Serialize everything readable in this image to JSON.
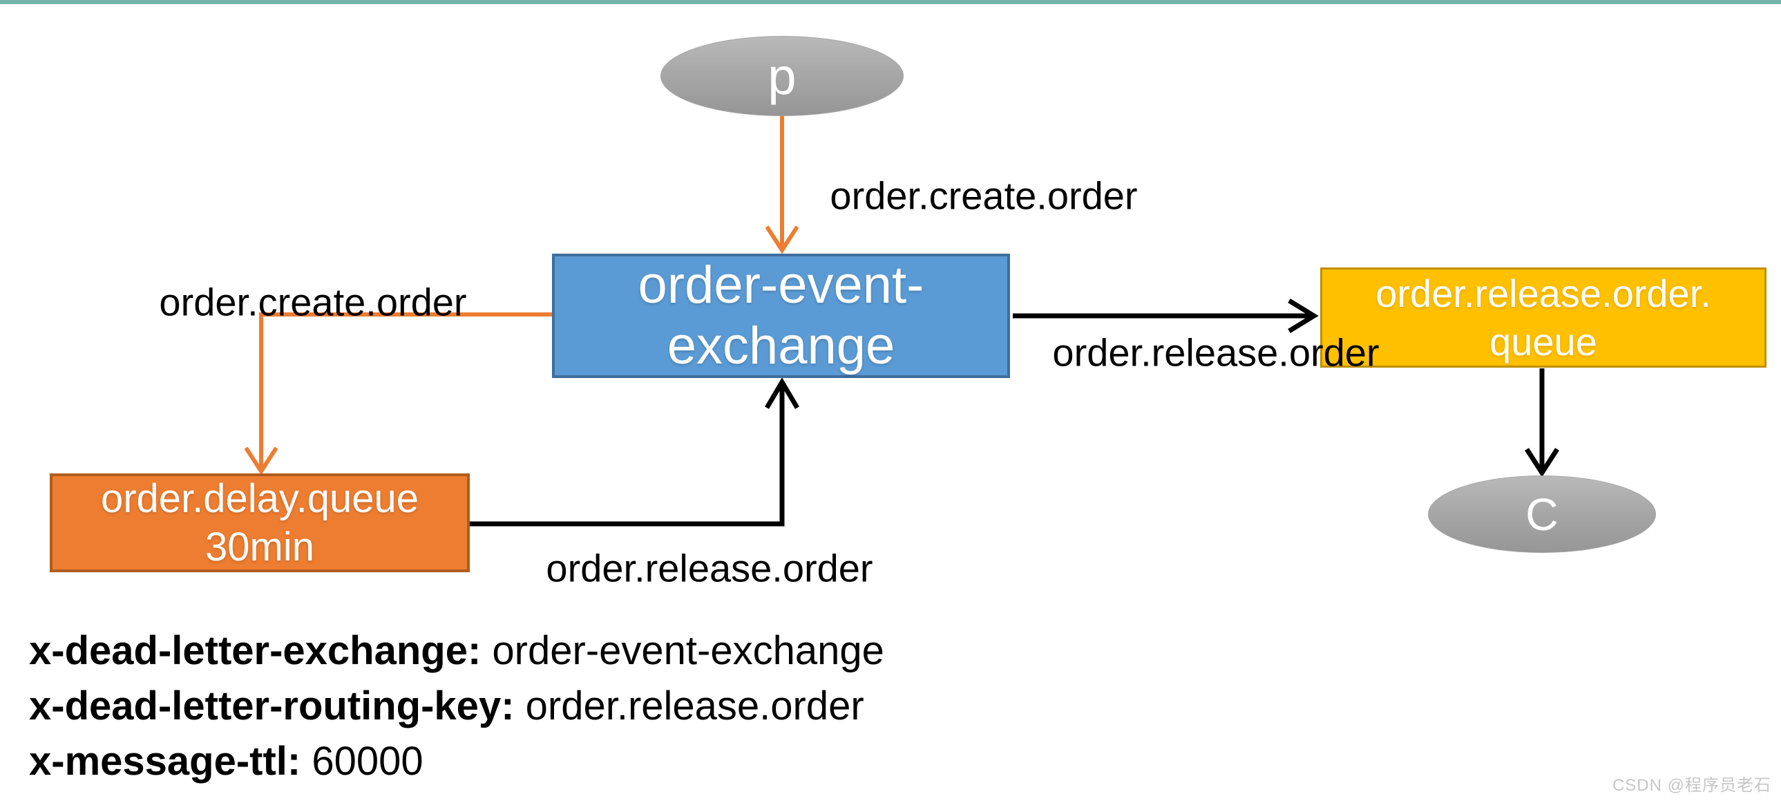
{
  "page": {
    "accent_bar_color": "#74b3aa",
    "background": "#ffffff"
  },
  "diagram": {
    "producer": {
      "label": "p"
    },
    "consumer": {
      "label": "C"
    },
    "exchange": {
      "label_line1": "order-event-",
      "label_line2": "exchange",
      "fill": "#5B9BD5",
      "border": "#3e6e9e"
    },
    "delay_queue": {
      "label_line1": "order.delay.queue",
      "label_line2": "30min",
      "fill": "#ED7D31",
      "border": "#b05c1e"
    },
    "release_queue": {
      "label_line1": "order.release.order.",
      "label_line2": "queue",
      "fill": "#FFC000",
      "border": "#bf9000"
    },
    "edges": {
      "producer_to_exchange": "order.create.order",
      "exchange_to_delay": "order.create.order",
      "delay_to_exchange": "order.release.order",
      "exchange_to_release": "order.release.order"
    },
    "arrow_colors": {
      "orange": "#ED7D31",
      "black": "#000000"
    }
  },
  "properties": [
    {
      "key": "x-dead-letter-exchange:",
      "value": "order-event-exchange"
    },
    {
      "key": "x-dead-letter-routing-key:",
      "value": "order.release.order"
    },
    {
      "key": "x-message-ttl:",
      "value": "60000"
    }
  ],
  "watermark": "CSDN @程序员老石"
}
